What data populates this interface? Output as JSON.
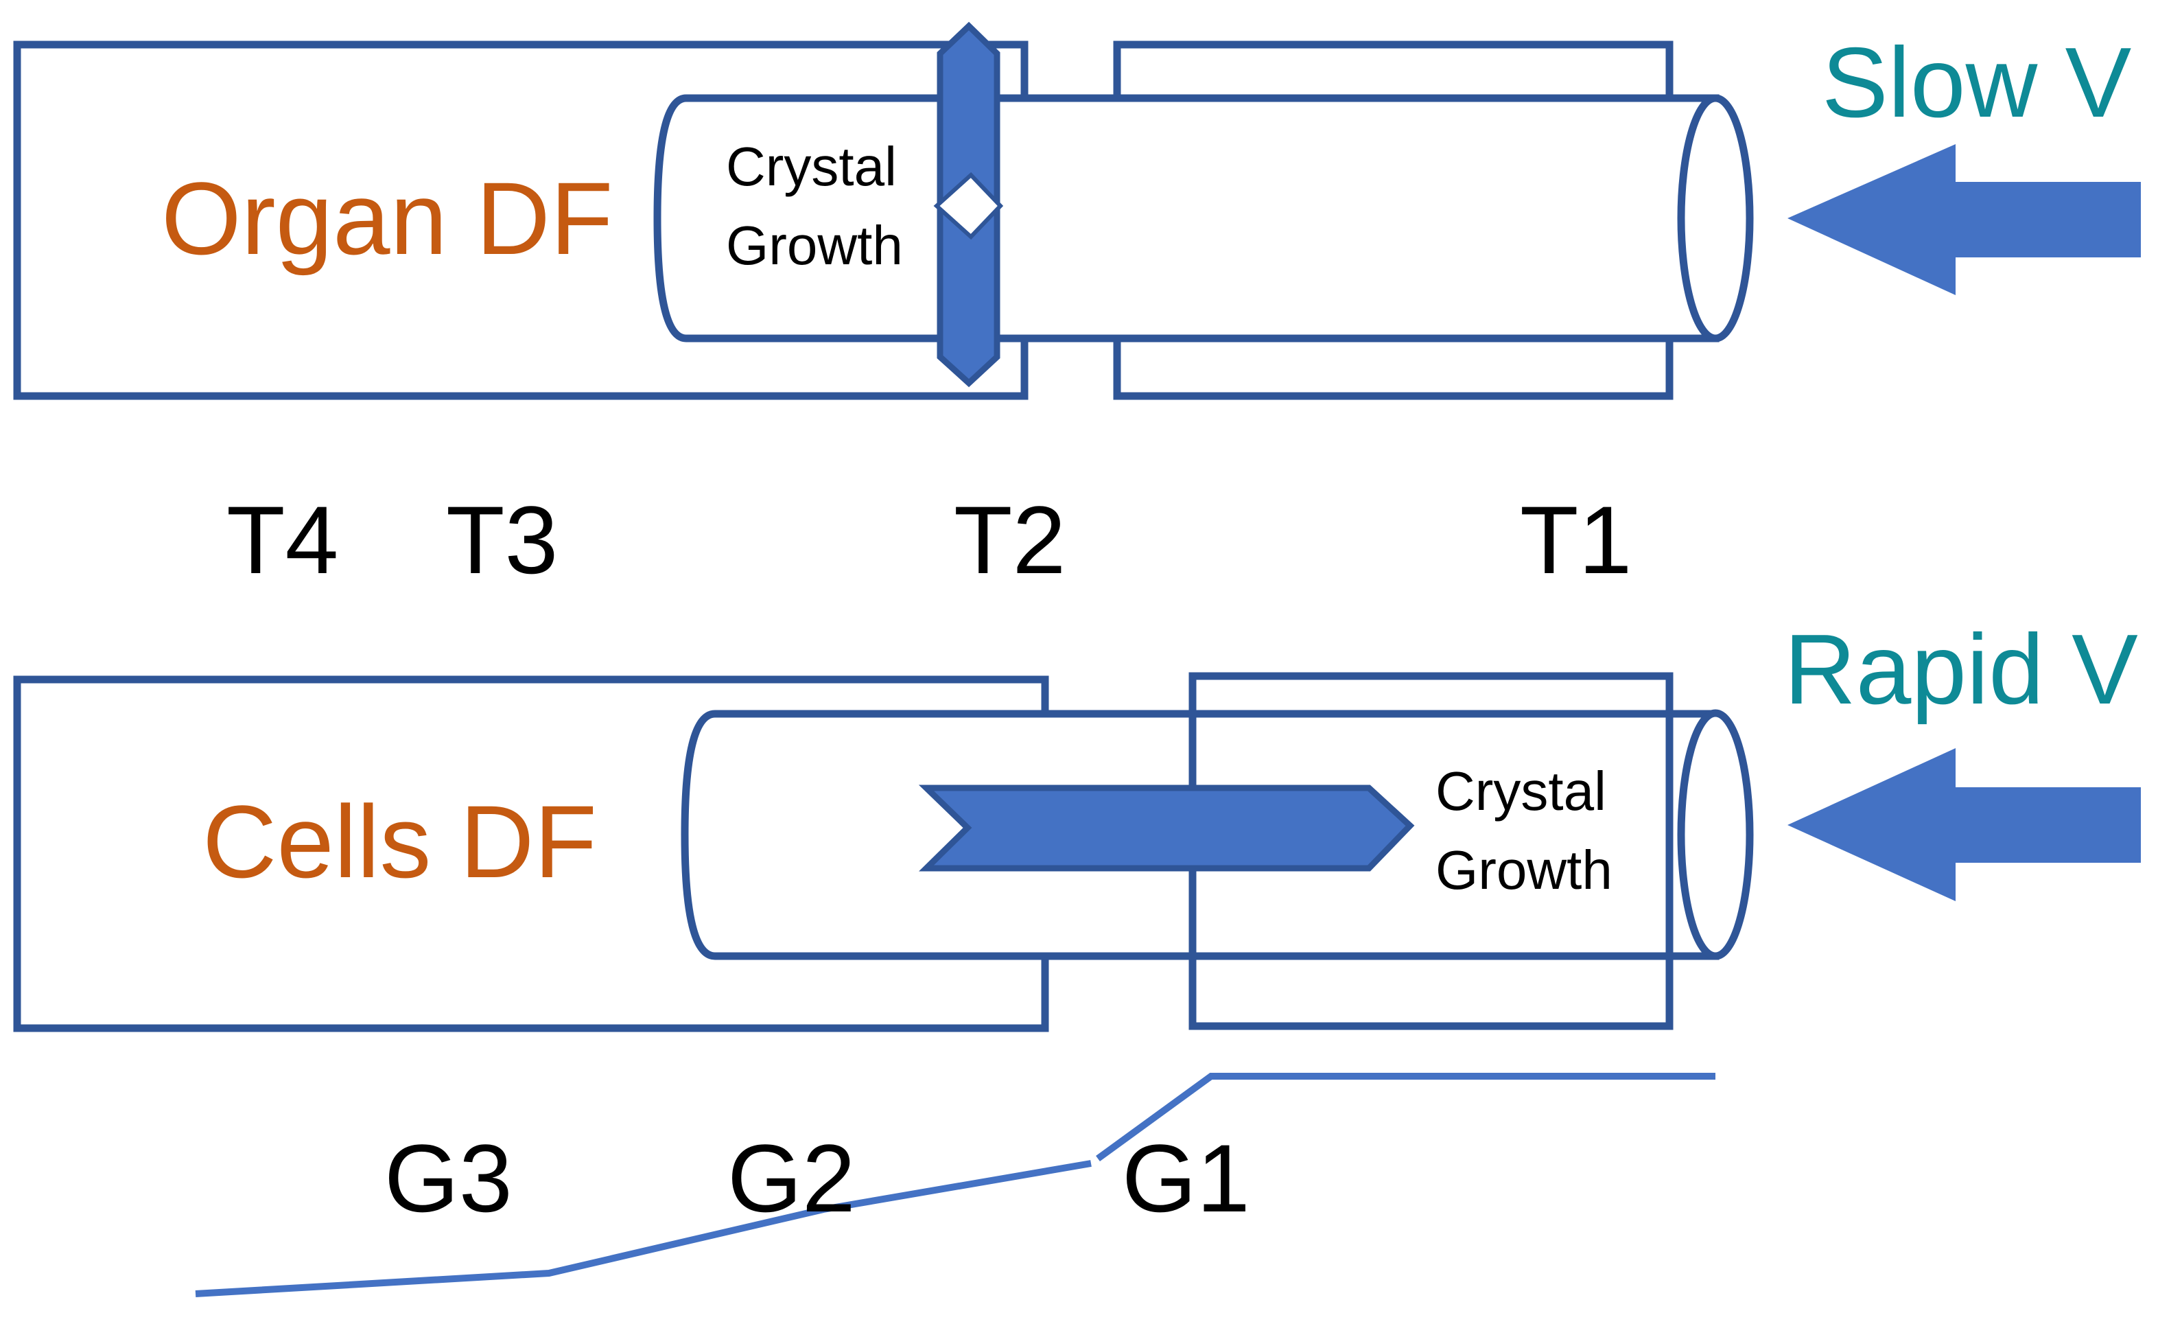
{
  "colors": {
    "outline": "#2f5597",
    "fill": "#4472c4",
    "orange_text": "#c55a11",
    "teal_text": "#0e8a96"
  },
  "top_panel": {
    "box_label": "Organ DF",
    "growth_line1": "Crystal",
    "growth_line2": "Growth",
    "velocity_label": "Slow V"
  },
  "t_labels": {
    "t4": "T4",
    "t3": "T3",
    "t2": "T2",
    "t1": "T1"
  },
  "bottom_panel": {
    "box_label": "Cells DF",
    "growth_line1": "Crystal",
    "growth_line2": "Growth",
    "velocity_label": "Rapid V"
  },
  "g_labels": {
    "g3": "G3",
    "g2": "G2",
    "g1": "G1"
  }
}
